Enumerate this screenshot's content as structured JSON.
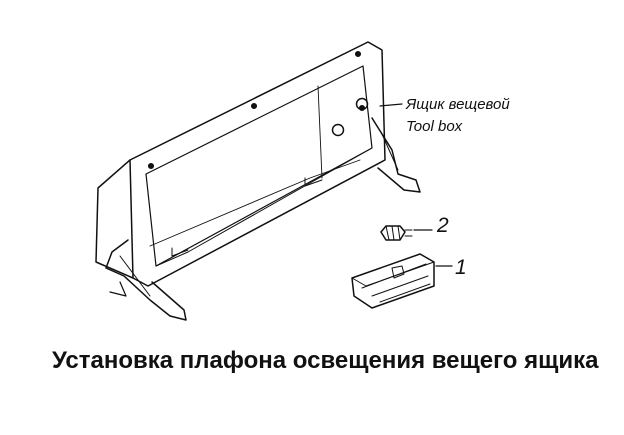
{
  "labels": {
    "toolbox_ru": "Ящик вещевой",
    "toolbox_en": "Tool box",
    "part_2": "2",
    "part_1": "1"
  },
  "caption": "Установка плафона освещения вещего ящика"
}
